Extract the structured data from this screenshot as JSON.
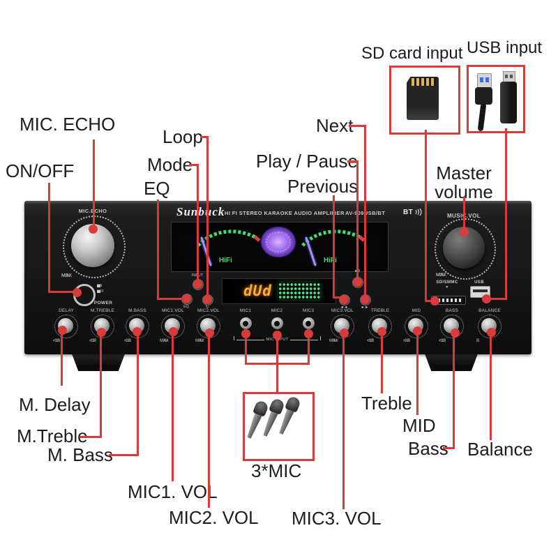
{
  "colors": {
    "callout_red": "#d93b3b",
    "panel_black": "#161616",
    "meter_green": "#3fe06e",
    "digit_orange": "#ffb028",
    "needle_purple": "#a393ff"
  },
  "callouts": {
    "mic_echo": "MIC. ECHO",
    "on_off": "ON/OFF",
    "loop": "Loop",
    "mode": "Mode",
    "eq": "EQ",
    "next": "Next",
    "play_pause": "Play / Pause",
    "previous": "Previous",
    "sd_card_input": "SD card input",
    "usb_input": "USB input",
    "master_volume_line1": "Master",
    "master_volume_line2": "volume",
    "m_delay": "M. Delay",
    "m_treble": "M.Treble",
    "m_bass": "M. Bass",
    "mic1_vol": "MIC1. VOL",
    "mic2_vol": "MIC2. VOL",
    "three_mic": "3*MIC",
    "mic3_vol": "MIC3. VOL",
    "treble": "Treble",
    "mid": "MID",
    "bass": "Bass",
    "balance": "Balance"
  },
  "panel": {
    "brand": "Sunbuck",
    "headline": "HI FI STEREO KARAOKE AUDIO AMPLIFIER",
    "model": "AV-909USB/BT",
    "bt_label": "BT",
    "mic_echo": {
      "label": "MIC.ECHO",
      "min": "MIN",
      "max": "MAX"
    },
    "power": {
      "on": "ON",
      "off": "OFF",
      "label": "POWER"
    },
    "input_button": "INPUT",
    "eq_button": "EQ",
    "loop_button": "↻",
    "play_pause_button": "►‖",
    "prev_button": "◄◄",
    "next_button": "►►",
    "display": {
      "hifi": "HiFi",
      "digits": "dUd"
    },
    "music_vol": {
      "label": "MUSIC.VOL",
      "min": "MIN",
      "max": "MAX"
    },
    "sd_slot": {
      "label": "SD/SMMC",
      "arrow": "▼"
    },
    "usb_port": {
      "label": "USB"
    },
    "knobs": [
      {
        "label": "DELAY",
        "min": "-10",
        "max": "+10"
      },
      {
        "label": "M.TREBLE",
        "min": "-10",
        "max": "+10"
      },
      {
        "label": "M.BASS",
        "min": "-10",
        "max": "+10"
      },
      {
        "label": "MIC1.VOL",
        "min": "MIN",
        "max": "MAX"
      },
      {
        "label": "MIC2.VOL",
        "min": "MIN",
        "max": "MAX"
      },
      {
        "label": "MIC3.VOL",
        "min": "MIN",
        "max": "MAX"
      },
      {
        "label": "TREBLE",
        "min": "-10",
        "max": "+10"
      },
      {
        "label": "MID",
        "min": "-10",
        "max": "+10"
      },
      {
        "label": "BASS",
        "min": "-10",
        "max": "+10"
      },
      {
        "label": "BALANCE",
        "min": "L",
        "max": "R"
      }
    ],
    "mic_jacks": [
      "MIC1",
      "MIC2",
      "MIC3"
    ],
    "mic_input_label": "MIC INPUT"
  }
}
